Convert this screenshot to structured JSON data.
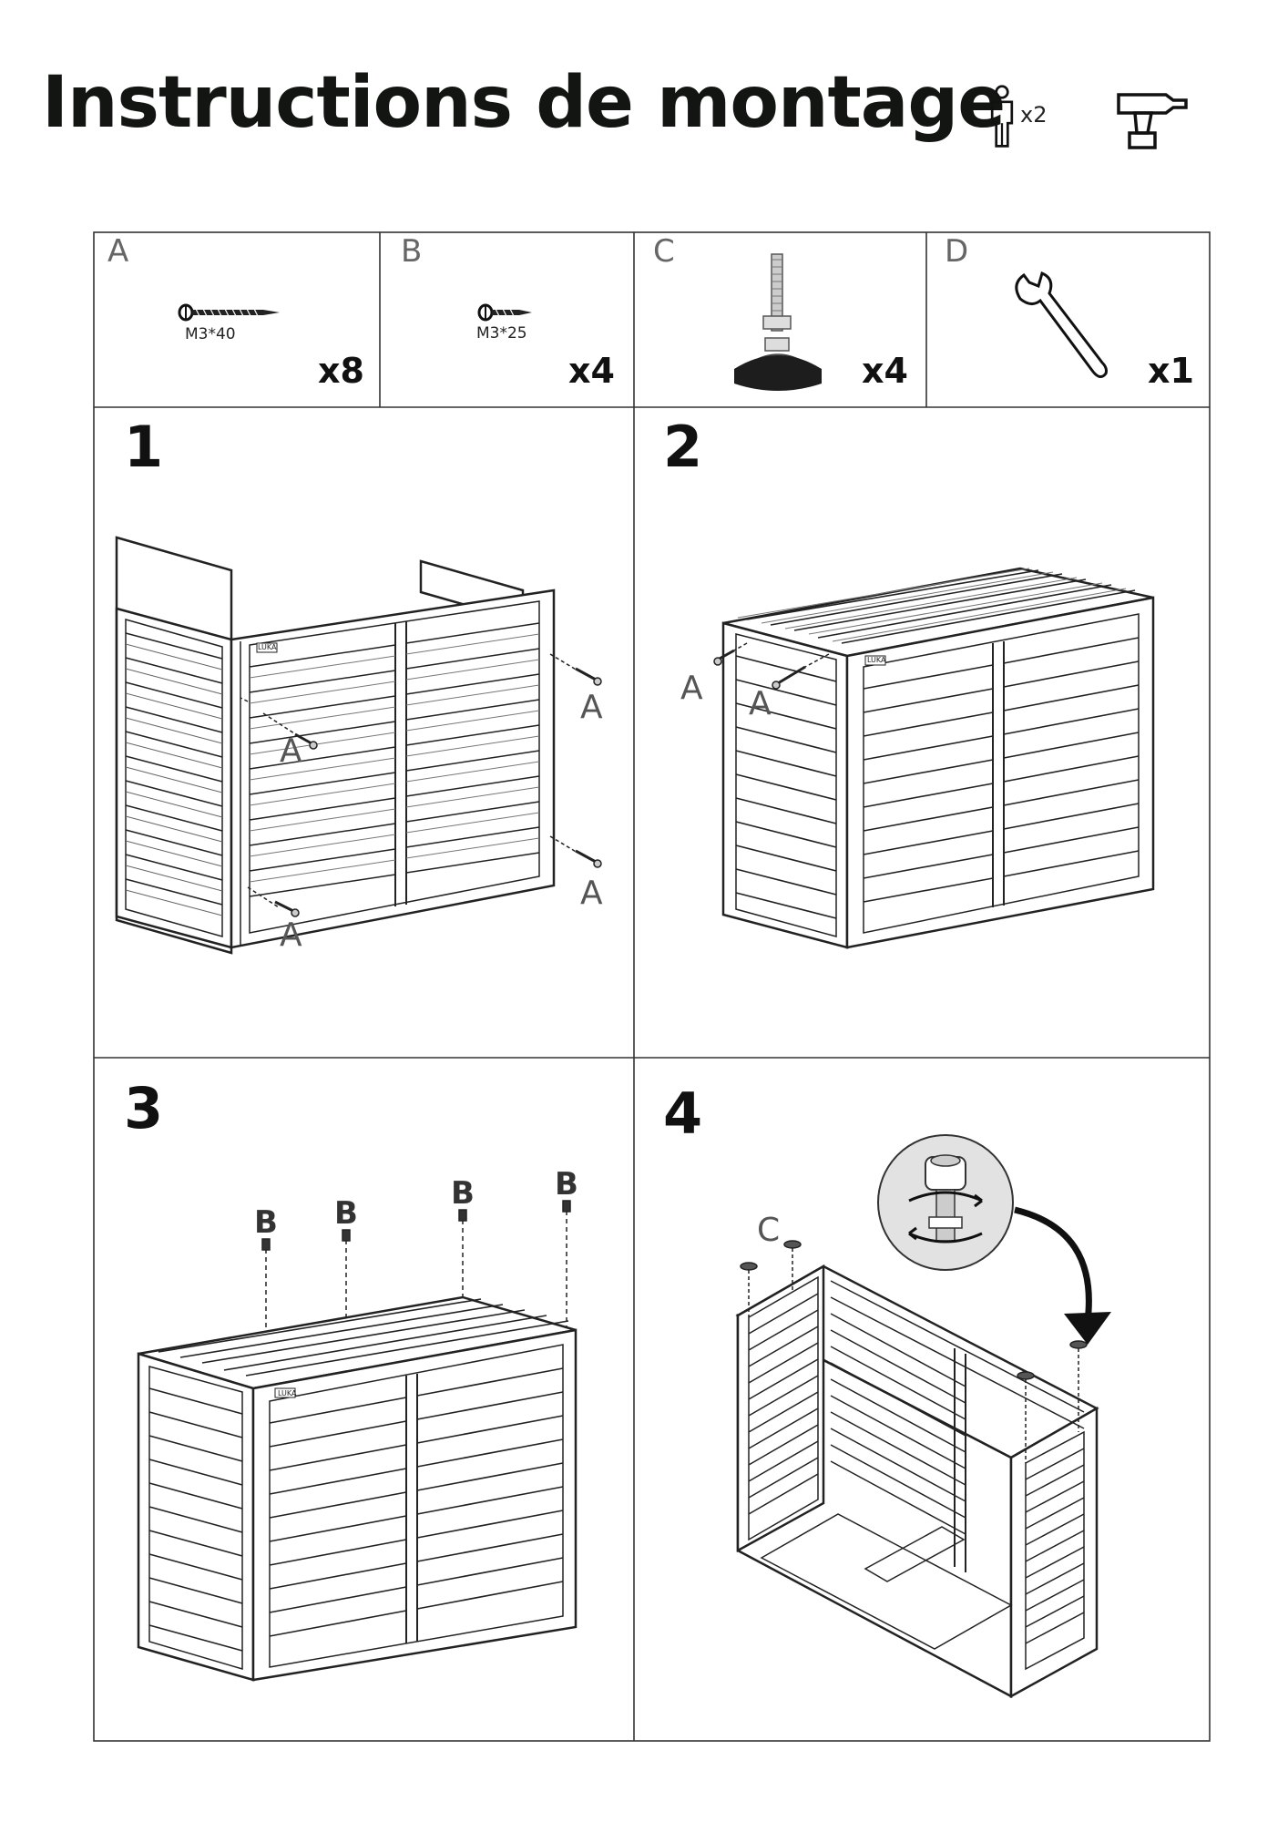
{
  "header": {
    "title": "Instructions de montage",
    "persons_icon": "two-person-icon",
    "persons_count": "x2",
    "tool_icon": "power-drill-icon"
  },
  "parts": [
    {
      "letter": "A",
      "icon": "long-screw-icon",
      "size": "M3*40",
      "qty": "x8"
    },
    {
      "letter": "B",
      "icon": "short-screw-icon",
      "size": "M3*25",
      "qty": "x4"
    },
    {
      "letter": "C",
      "icon": "adjustable-foot-icon",
      "size": "",
      "qty": "x4"
    },
    {
      "letter": "D",
      "icon": "wrench-icon",
      "size": "",
      "qty": "x1"
    }
  ],
  "steps": [
    {
      "number": "1",
      "callouts": [
        "A",
        "A",
        "A",
        "A"
      ],
      "brand": "LUKA"
    },
    {
      "number": "2",
      "callouts": [
        "A",
        "A"
      ],
      "brand": "LUKA"
    },
    {
      "number": "3",
      "callouts": [
        "B",
        "B",
        "B",
        "B"
      ],
      "brand": "LUKA"
    },
    {
      "number": "4",
      "callouts": [
        "C"
      ]
    }
  ]
}
